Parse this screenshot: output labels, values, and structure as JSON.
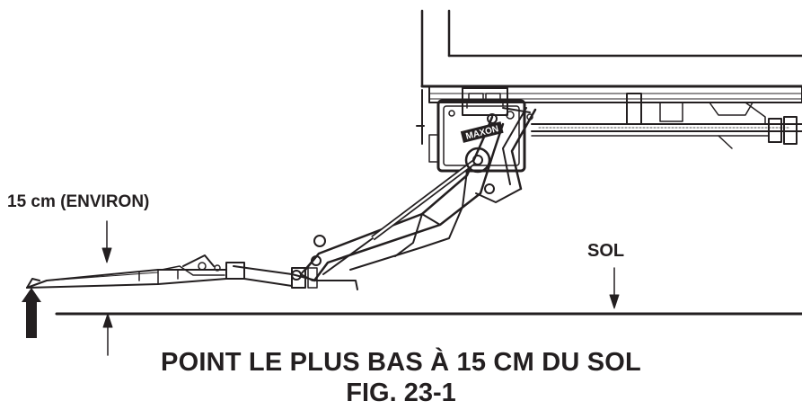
{
  "labels": {
    "approx_height": "15 cm (ENVIRON)",
    "ground": "SOL"
  },
  "caption": {
    "main": "POINT LE PLUS BAS À 15 CM DU SOL",
    "figure": "FIG. 23-1"
  },
  "logo": {
    "text": "MAXON"
  },
  "colors": {
    "ink": "#231f20",
    "background": "#ffffff",
    "hatch": "#555555"
  }
}
